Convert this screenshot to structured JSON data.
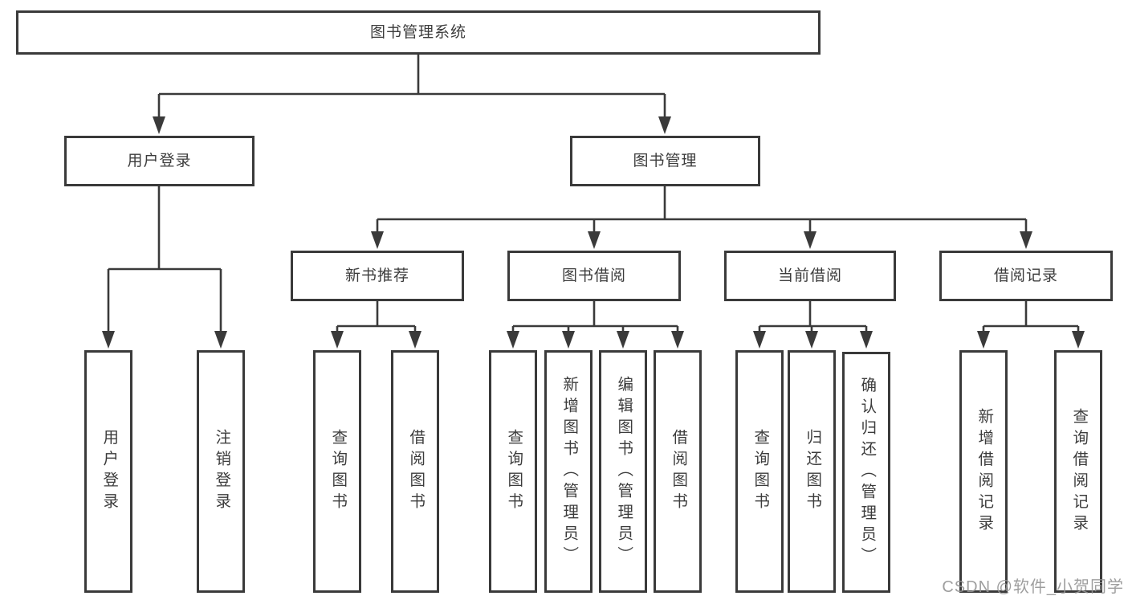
{
  "diagram": {
    "type": "hierarchy-tree",
    "background": "#ffffff",
    "line_color": "#3a3a3a",
    "box_border_color": "#3a3a3a",
    "text_color": "#3c3c3c",
    "root": {
      "label": "图书管理系统"
    },
    "level2": [
      {
        "label": "用户登录",
        "parent": "图书管理系统"
      },
      {
        "label": "图书管理",
        "parent": "图书管理系统"
      }
    ],
    "level3": [
      {
        "label": "新书推荐",
        "parent": "图书管理"
      },
      {
        "label": "图书借阅",
        "parent": "图书管理"
      },
      {
        "label": "当前借阅",
        "parent": "图书管理"
      },
      {
        "label": "借阅记录",
        "parent": "图书管理"
      }
    ],
    "leaves": [
      {
        "label": "用户登录",
        "parent": "用户登录"
      },
      {
        "label": "注销登录",
        "parent": "用户登录"
      },
      {
        "label": "查询图书",
        "parent": "新书推荐"
      },
      {
        "label": "借阅图书",
        "parent": "新书推荐"
      },
      {
        "label": "查询图书",
        "parent": "图书借阅"
      },
      {
        "label": "新增图书（管理员）",
        "parent": "图书借阅"
      },
      {
        "label": "编辑图书（管理员）",
        "parent": "图书借阅"
      },
      {
        "label": "借阅图书",
        "parent": "图书借阅"
      },
      {
        "label": "查询图书",
        "parent": "当前借阅"
      },
      {
        "label": "归还图书",
        "parent": "当前借阅"
      },
      {
        "label": "确认归还（管理员）",
        "parent": "当前借阅"
      },
      {
        "label": "新增借阅记录",
        "parent": "借阅记录"
      },
      {
        "label": "查询借阅记录",
        "parent": "借阅记录"
      }
    ],
    "watermark": {
      "text": "CSDN @软件_小贺同学",
      "color": "#949494"
    }
  }
}
